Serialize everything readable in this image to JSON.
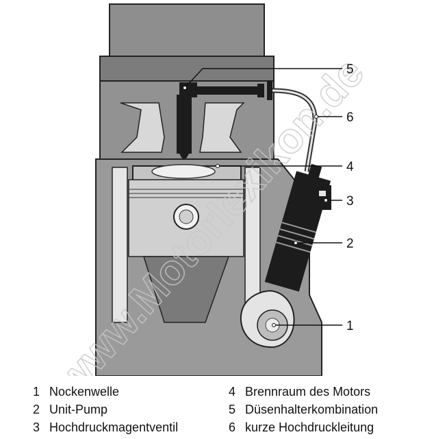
{
  "diagram": {
    "callouts": [
      {
        "id": "5",
        "label": "5"
      },
      {
        "id": "6",
        "label": "6"
      },
      {
        "id": "4",
        "label": "4"
      },
      {
        "id": "3",
        "label": "3"
      },
      {
        "id": "2",
        "label": "2"
      },
      {
        "id": "1",
        "label": "1"
      }
    ]
  },
  "legend": {
    "items": [
      {
        "num": "1",
        "text": "Nockenwelle"
      },
      {
        "num": "2",
        "text": "Unit-Pump"
      },
      {
        "num": "3",
        "text": "Hochdruckmagentventil"
      },
      {
        "num": "4",
        "text": "Brennraum des Motors"
      },
      {
        "num": "5",
        "text": "Düsenhalterkombination"
      },
      {
        "num": "6",
        "text": "kurze Hochdruckleitung"
      }
    ]
  },
  "watermark": {
    "text": "www.Motorlexikon.de"
  },
  "colors": {
    "block": "#8d8d8d",
    "block_light": "#b9b9b9",
    "dark": "#1c1c1c",
    "line": "#111111"
  }
}
